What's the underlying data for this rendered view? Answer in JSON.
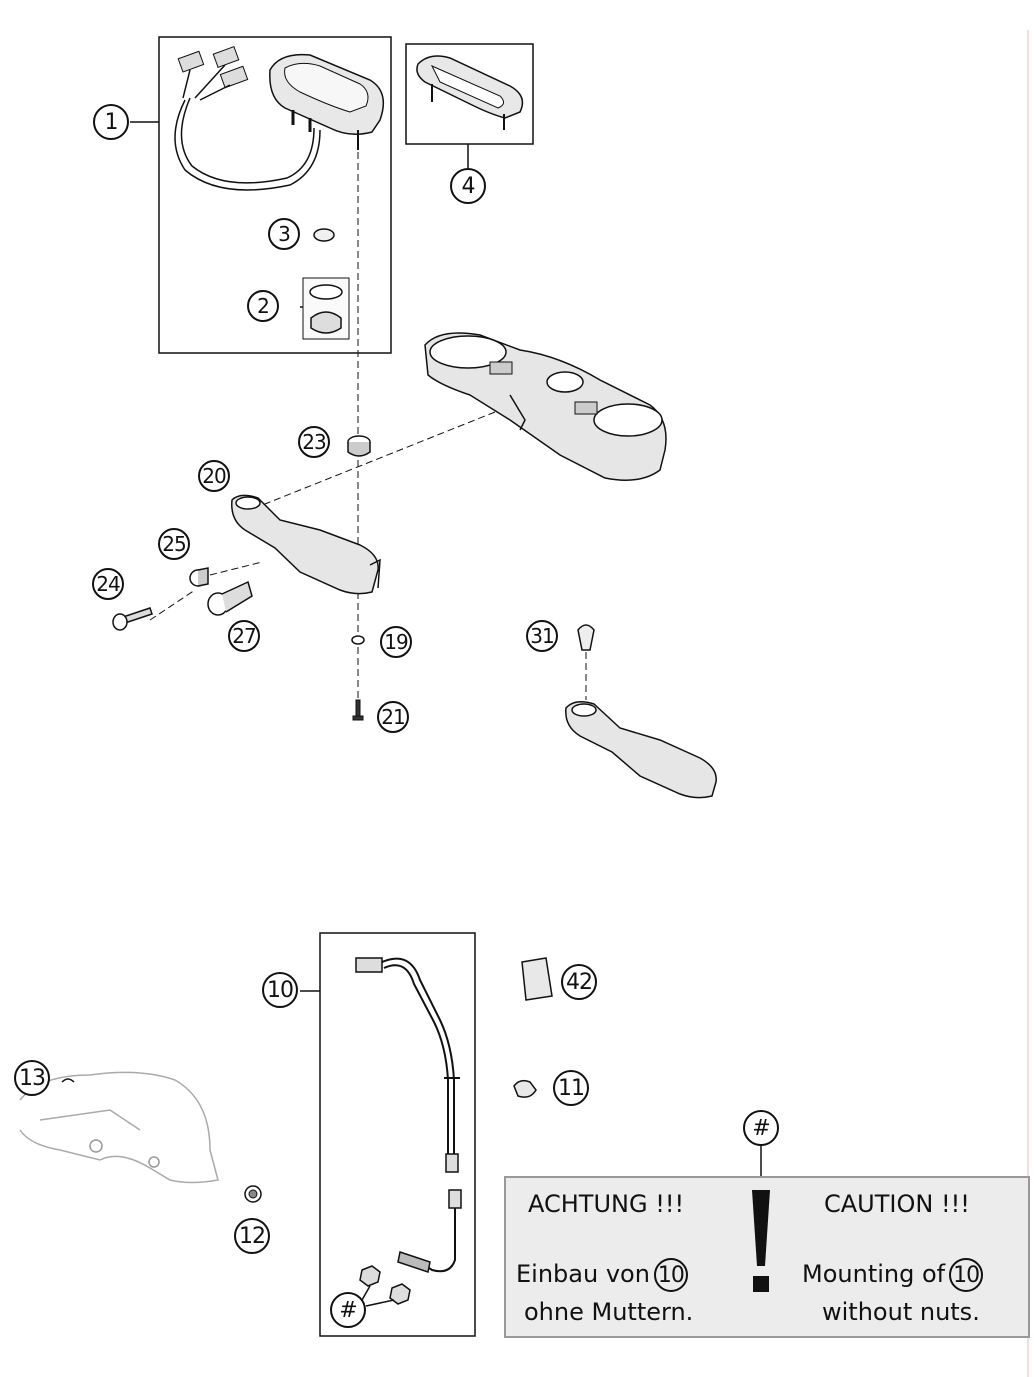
{
  "callouts": {
    "c1": "1",
    "c2": "2",
    "c3": "3",
    "c4": "4",
    "c10": "10",
    "c11": "11",
    "c12": "12",
    "c13": "13",
    "c19": "19",
    "c20": "20",
    "c21": "21",
    "c23": "23",
    "c24": "24",
    "c25": "25",
    "c27": "27",
    "c31": "31",
    "c42": "42",
    "hash_top": "#",
    "hash_bottom": "#"
  },
  "caution_panel": {
    "de_title": "ACHTUNG !!!",
    "de_line1": "Einbau von",
    "de_ref": "10",
    "de_line2": "ohne Muttern.",
    "en_title": "CAUTION !!!",
    "en_line1": "Mounting of",
    "en_ref": "10",
    "en_line2": "without nuts."
  },
  "colors": {
    "line": "#111111",
    "part_fill": "#e6e6e6",
    "part_shade": "#c8c8c8",
    "panel_bg": "#ececec"
  }
}
